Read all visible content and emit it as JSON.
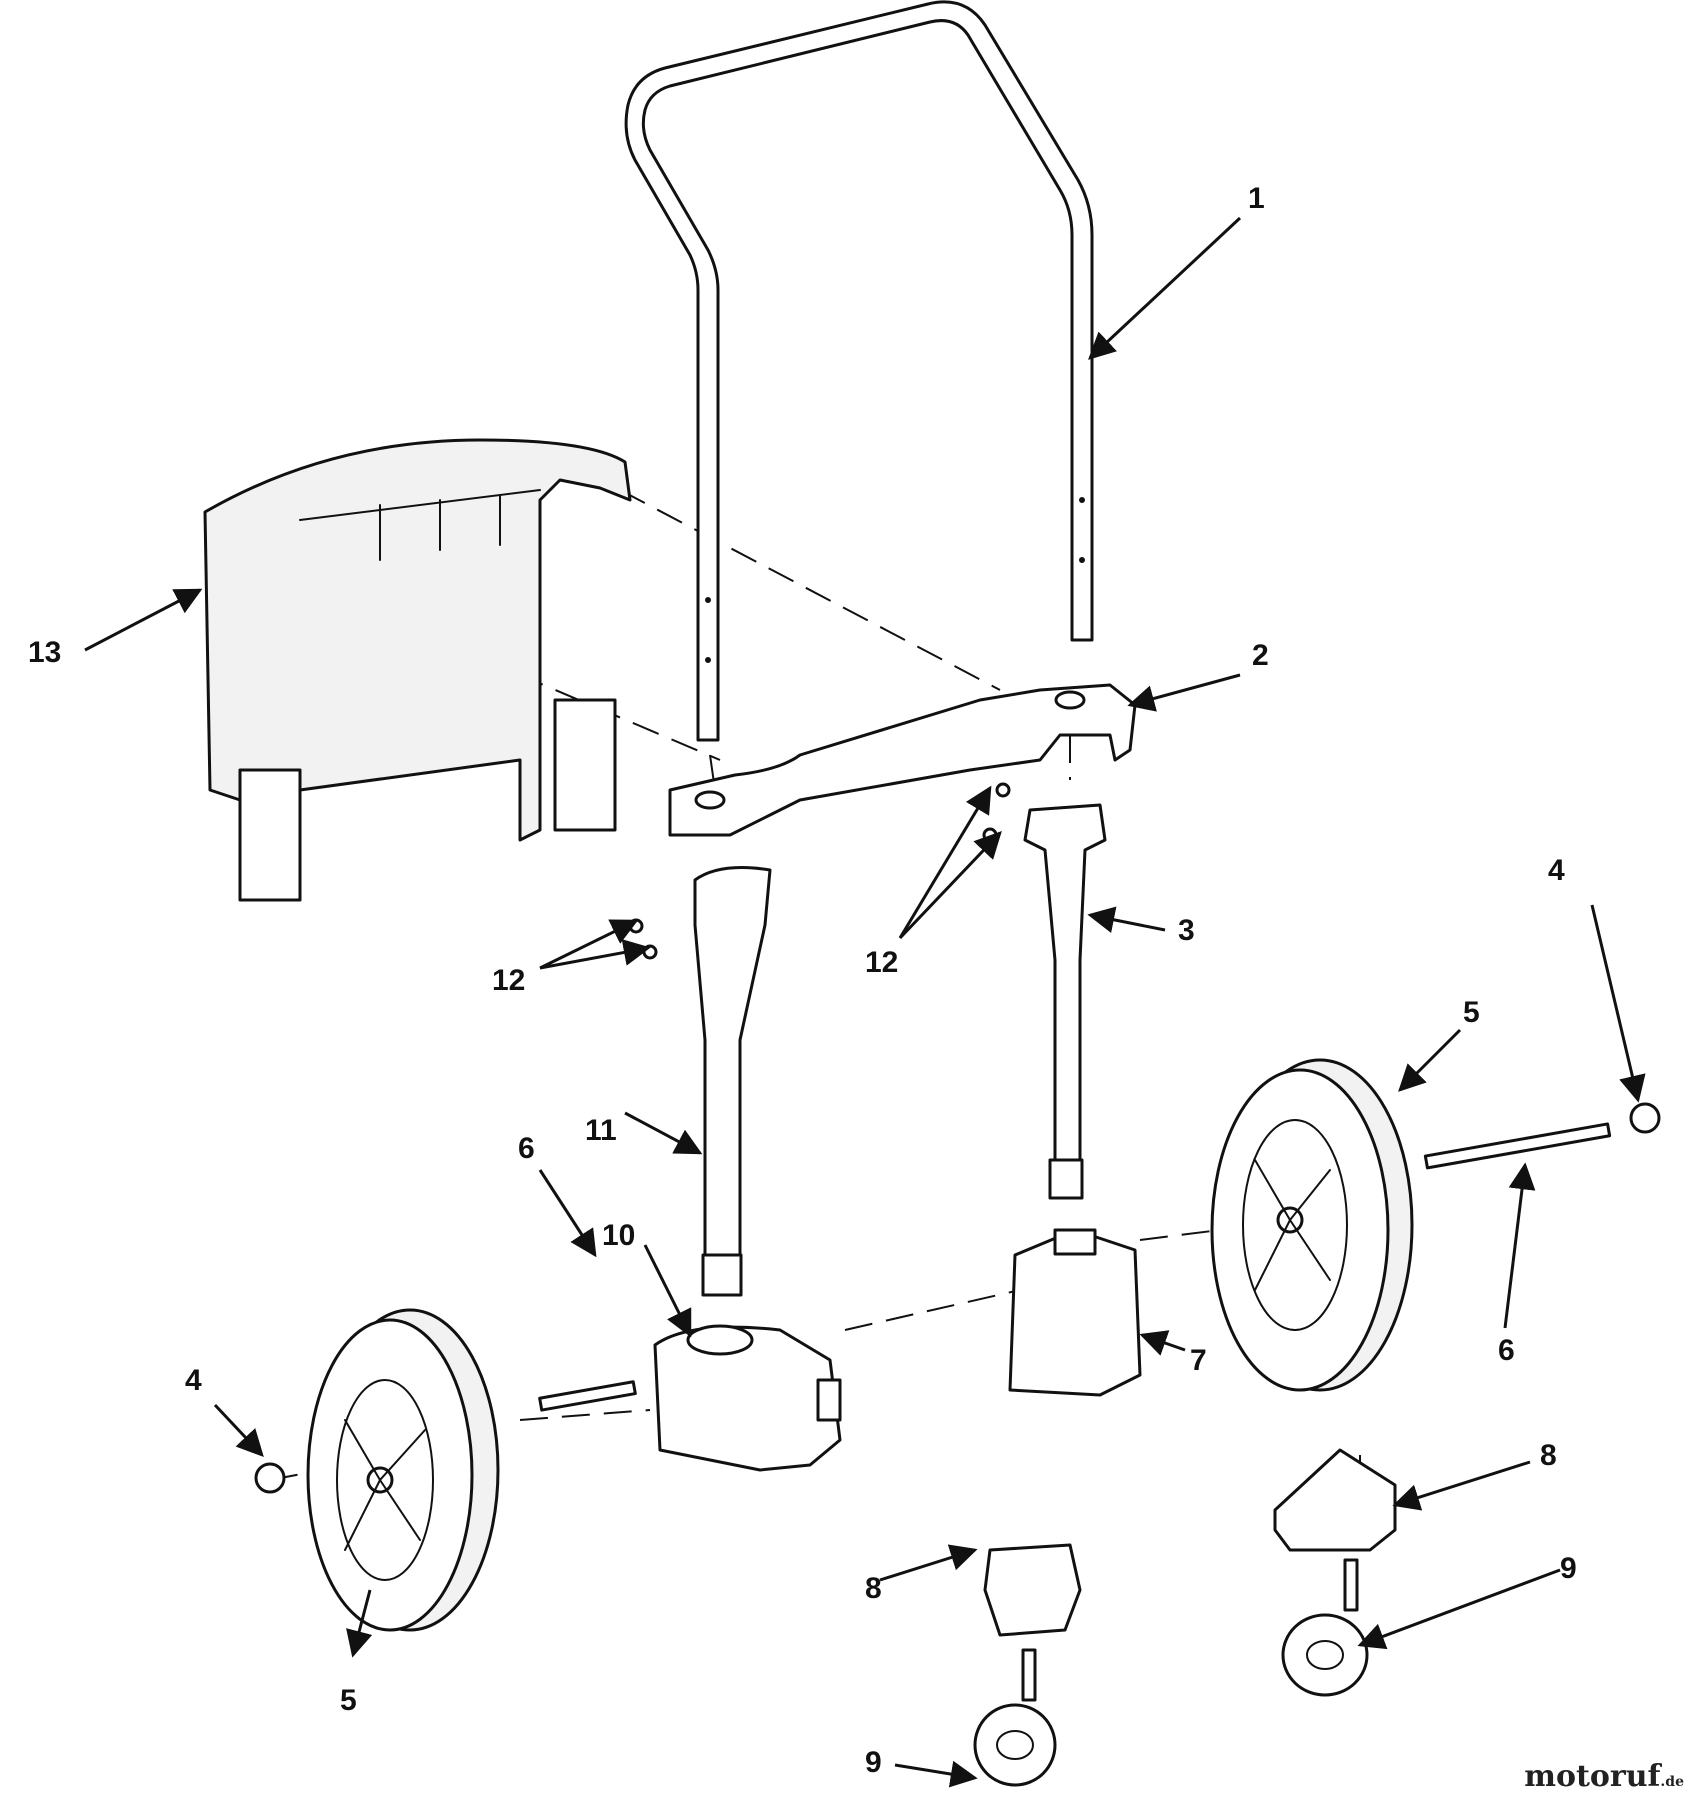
{
  "callouts": {
    "c1": "1",
    "c2": "2",
    "c3": "3",
    "c4a": "4",
    "c4b": "4",
    "c5a": "5",
    "c5b": "5",
    "c6a": "6",
    "c6b": "6",
    "c7": "7",
    "c8a": "8",
    "c8b": "8",
    "c9a": "9",
    "c9b": "9",
    "c10": "10",
    "c11": "11",
    "c12a": "12",
    "c12b": "12",
    "c13": "13"
  },
  "watermark": {
    "name": "motoruf",
    "tld": ".de",
    "color_main": "#222222",
    "color_accent": "#d98a00"
  }
}
